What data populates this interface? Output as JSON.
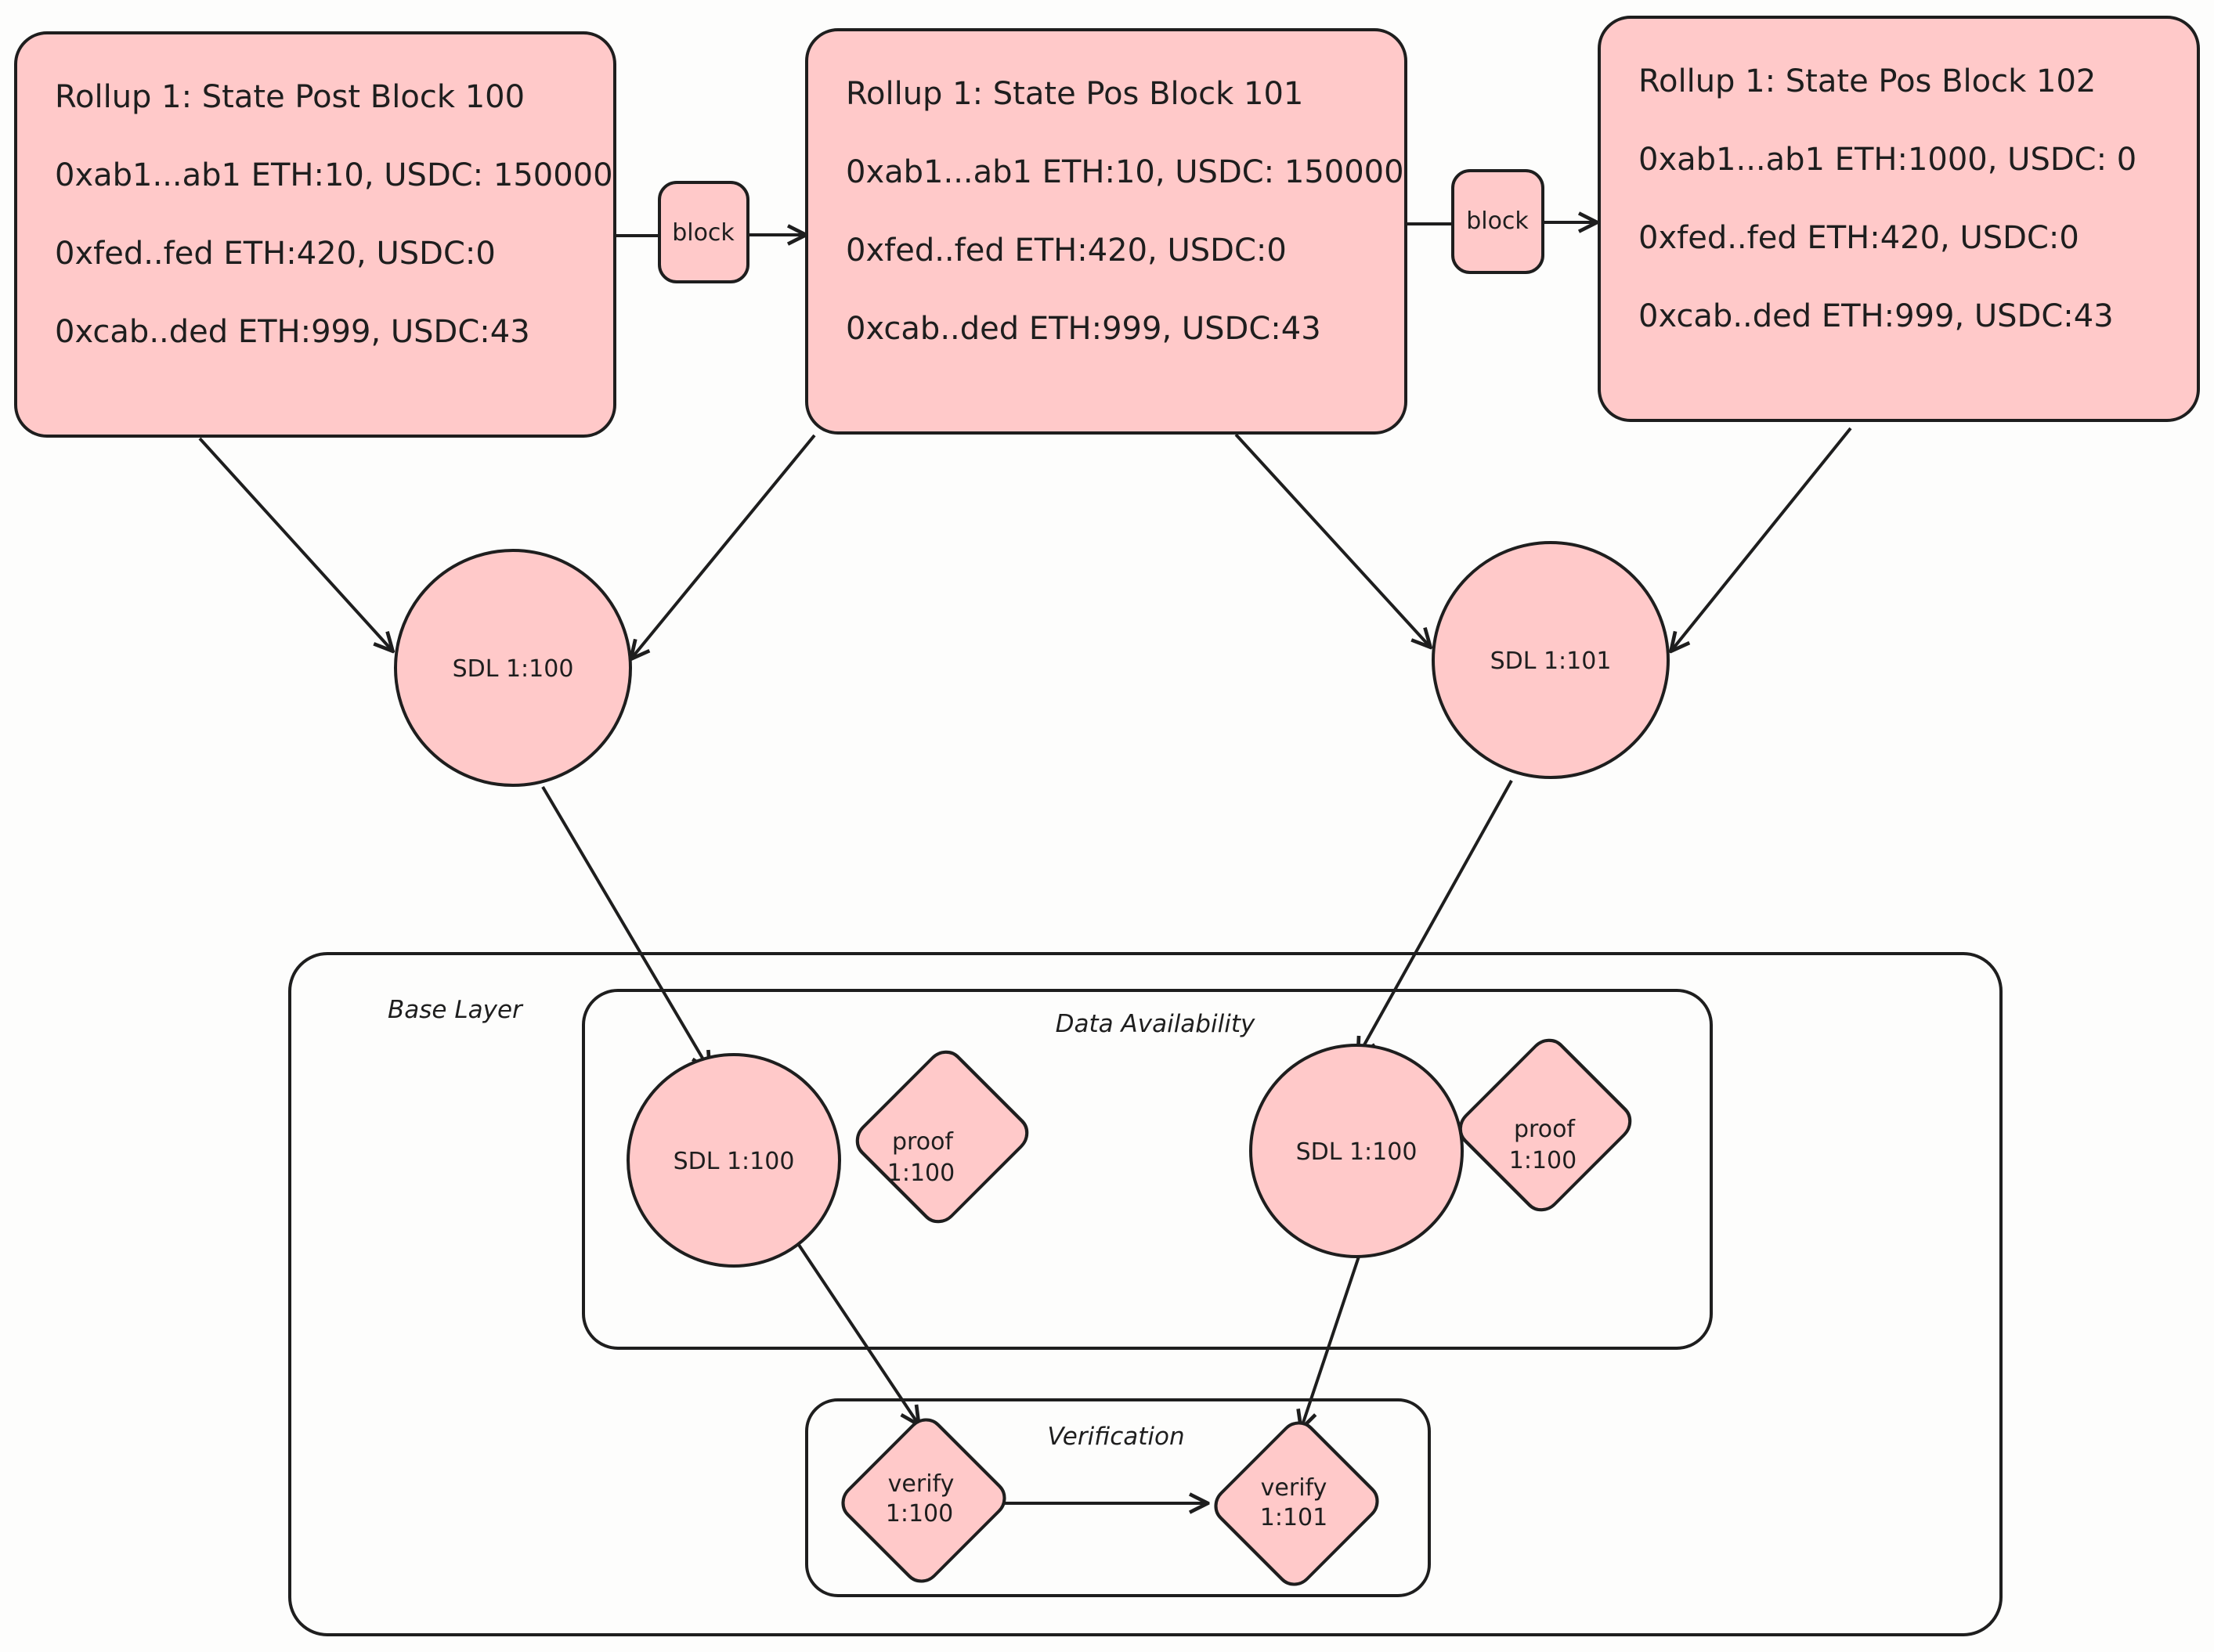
{
  "colors": {
    "node_fill": "#ffc9c9",
    "stroke": "#1e1e1e",
    "background": "#fdfdfc"
  },
  "states": [
    {
      "title": "Rollup 1: State Post Block 100",
      "lines": [
        "0xab1...ab1 ETH:10, USDC: 150000",
        "0xfed..fed ETH:420, USDC:0",
        "0xcab..ded ETH:999, USDC:43"
      ]
    },
    {
      "title": "Rollup 1: State Pos Block 101",
      "lines": [
        "0xab1...ab1 ETH:10, USDC: 150000",
        "0xfed..fed ETH:420, USDC:0",
        "0xcab..ded ETH:999, USDC:43"
      ]
    },
    {
      "title": "Rollup 1: State Pos Block 102",
      "lines": [
        "0xab1...ab1 ETH:1000, USDC: 0",
        "0xfed..fed ETH:420, USDC:0",
        "0xcab..ded ETH:999, USDC:43"
      ]
    }
  ],
  "blocks": [
    "block",
    "block"
  ],
  "sdl_top": [
    "SDL 1:100",
    "SDL 1:101"
  ],
  "base_layer": {
    "label": "Base Layer",
    "data_availability": {
      "label": "Data Availability",
      "sdl": [
        "SDL 1:100",
        "SDL 1:100"
      ],
      "proofs": [
        {
          "l1": "proof",
          "l2": "1:100"
        },
        {
          "l1": "proof",
          "l2": "1:100"
        }
      ]
    },
    "verification": {
      "label": "Verification",
      "verifies": [
        {
          "l1": "verify",
          "l2": "1:100"
        },
        {
          "l1": "verify",
          "l2": "1:101"
        }
      ]
    }
  }
}
